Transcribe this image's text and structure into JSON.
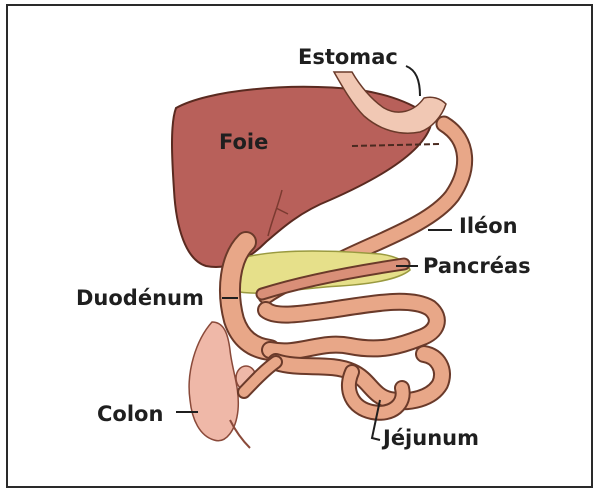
{
  "labels": {
    "estomac": "Estomac",
    "foie": "Foie",
    "ileon": "Iléon",
    "pancreas": "Pancréas",
    "duodenum": "Duodénum",
    "colon": "Colon",
    "jejunum": "Jéjunum"
  },
  "colors": {
    "liver": "#b8605a",
    "intestine": "#e8a788",
    "pancreas": "#e6e08a",
    "colon": "#efb8a8",
    "outline": "#5a2a20"
  }
}
